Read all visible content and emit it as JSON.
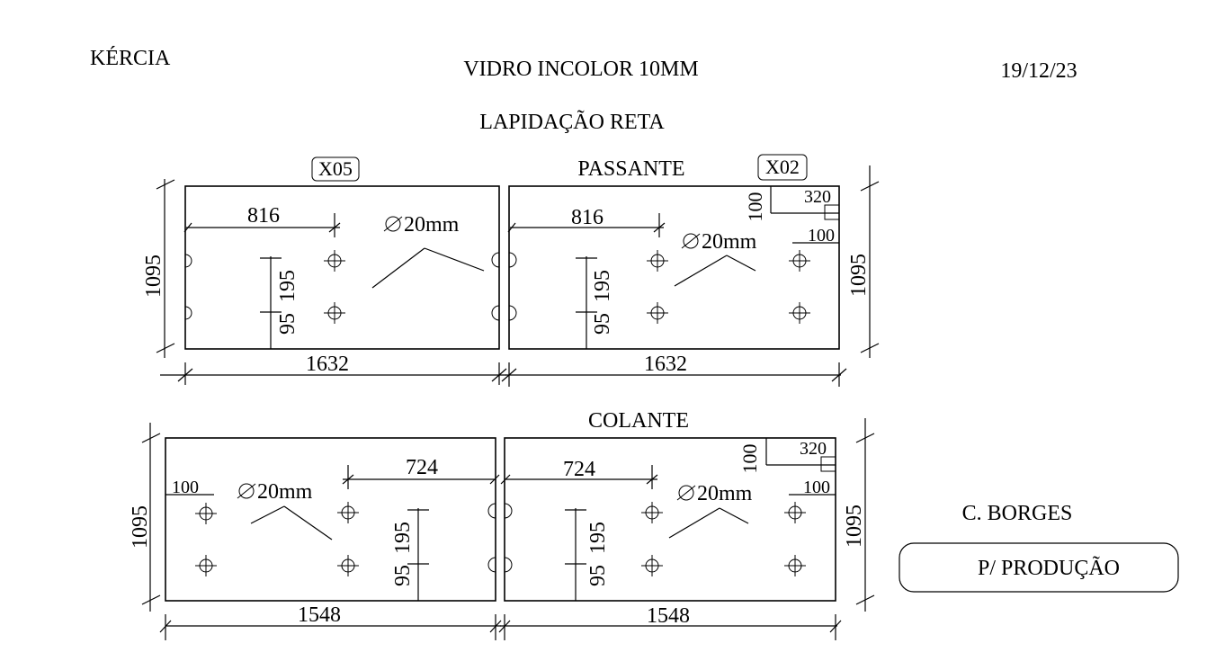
{
  "header": {
    "client": "KÉRCIA",
    "material": "VIDRO INCOLOR 10MM",
    "date": "19/12/23",
    "finish": "LAPIDAÇÃO RETA"
  },
  "sections": {
    "top": "PASSANTE",
    "bottom": "COLANTE"
  },
  "tags": {
    "left": "X05",
    "right": "X02"
  },
  "dims": {
    "height": "1095",
    "width_top": "1632",
    "width_bottom": "1548",
    "offset_top": "816",
    "offset_bottom": "724",
    "v195": "195",
    "v95": "95",
    "v100": "100",
    "v320": "320",
    "hole": "20mm"
  },
  "footer": {
    "signature": "C. BORGES",
    "status": "P/ PRODUÇÃO"
  }
}
